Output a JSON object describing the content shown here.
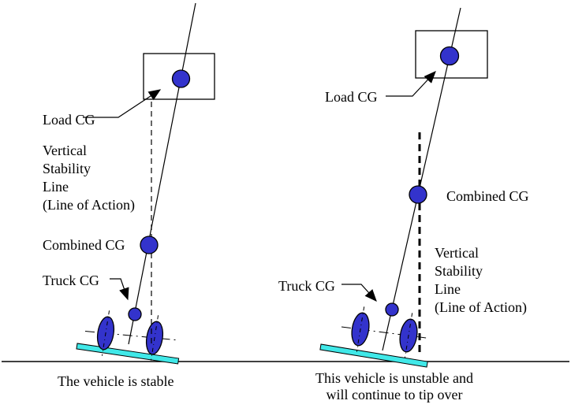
{
  "left_diagram": {
    "load_cg_label": "Load CG",
    "vsl_label": "Vertical\nStability\nLine\n(Line of Action)",
    "combined_cg_label": "Combined CG",
    "truck_cg_label": "Truck CG",
    "caption": "The vehicle is stable"
  },
  "right_diagram": {
    "load_cg_label": "Load CG",
    "combined_cg_label": "Combined CG",
    "vsl_label": "Vertical\nStability\nLine\n(Line of Action)",
    "truck_cg_label": "Truck CG",
    "caption": "This vehicle is unstable and\nwill continue to tip over"
  },
  "colors": {
    "cg_marker_fill": "#3333cc",
    "ramp_fill": "#40e8e8",
    "stroke": "#000000"
  }
}
